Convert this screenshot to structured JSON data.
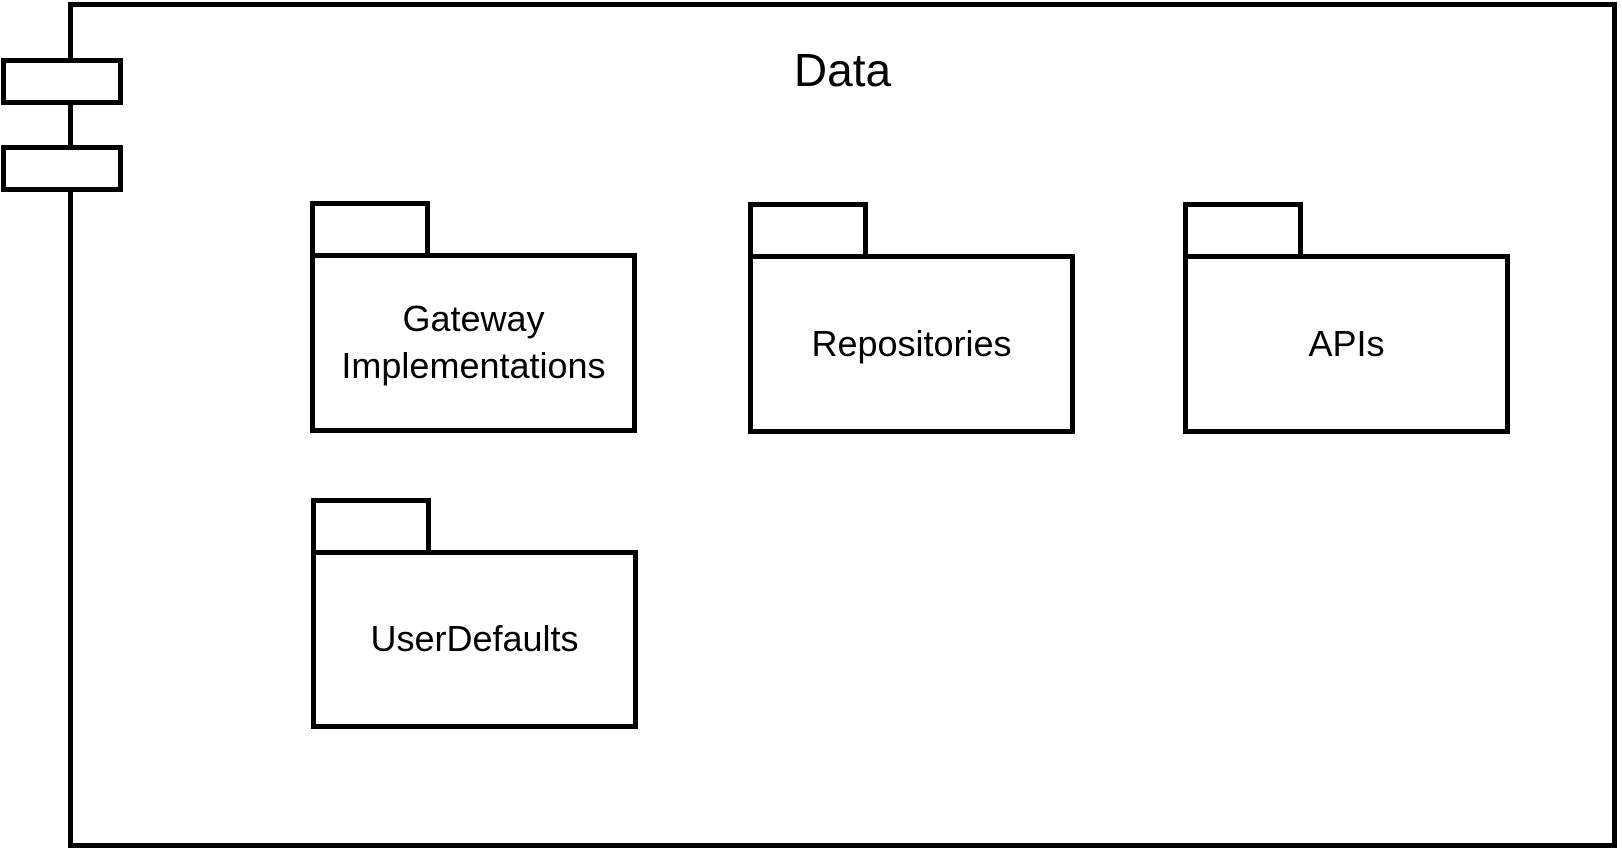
{
  "diagram": {
    "type": "uml-package-diagram",
    "frame": {
      "title": "Data",
      "icon": "uml-component-icon"
    },
    "packages": [
      {
        "label": "Gateway Implementations"
      },
      {
        "label": "Repositories"
      },
      {
        "label": "APIs"
      },
      {
        "label": "UserDefaults"
      }
    ],
    "colors": {
      "stroke": "#000000",
      "fill": "#ffffff",
      "text": "#000000"
    }
  }
}
